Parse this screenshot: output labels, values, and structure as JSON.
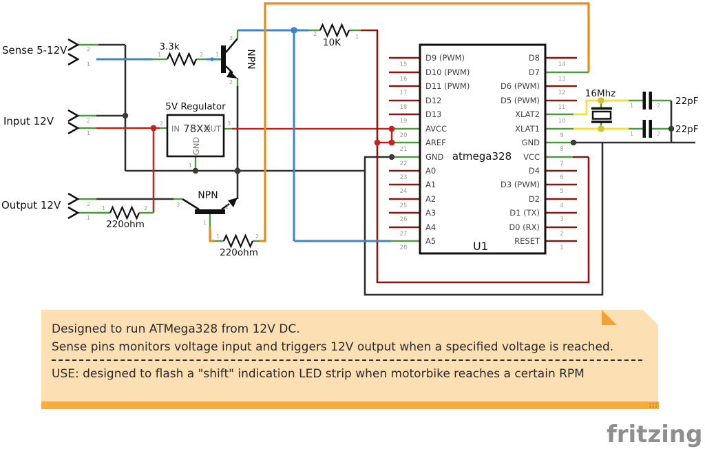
{
  "connectors": {
    "sense": {
      "label": "Sense 5-12V"
    },
    "input": {
      "label": "Input 12V"
    },
    "output": {
      "label": "Output 12V"
    }
  },
  "pin_numbers": {
    "one": "1",
    "two": "2",
    "three": "3"
  },
  "components": {
    "r1": {
      "value": "3.3k"
    },
    "r2": {
      "value": "10K"
    },
    "r3": {
      "value": "220ohm"
    },
    "r4": {
      "value": "220ohm"
    },
    "q1": {
      "label": "NPN"
    },
    "q2": {
      "label": "NPN"
    },
    "reg": {
      "title": "5V Regulator",
      "part": "78XX",
      "pin_in": "IN",
      "pin_out": "OUT",
      "pin_gnd": "GND"
    },
    "xtal": {
      "value": "16Mhz"
    },
    "c1": {
      "value": "22pF"
    },
    "c2": {
      "value": "22pF"
    }
  },
  "chip": {
    "name": "atmega328",
    "designator": "U1",
    "left_pins": [
      {
        "num": "15",
        "label": "D9 (PWM)"
      },
      {
        "num": "16",
        "label": "D10 (PWM)"
      },
      {
        "num": "17",
        "label": "D11 (PWM)"
      },
      {
        "num": "18",
        "label": "D12"
      },
      {
        "num": "19",
        "label": "D13"
      },
      {
        "num": "20",
        "label": "AVCC"
      },
      {
        "num": "21",
        "label": "AREF"
      },
      {
        "num": "22",
        "label": "GND"
      },
      {
        "num": "23",
        "label": "A0"
      },
      {
        "num": "24",
        "label": "A1"
      },
      {
        "num": "25",
        "label": "A2"
      },
      {
        "num": "26",
        "label": "A3"
      },
      {
        "num": "27",
        "label": "A4"
      },
      {
        "num": "28",
        "label": "A5"
      }
    ],
    "right_pins": [
      {
        "num": "14",
        "label": "D8"
      },
      {
        "num": "13",
        "label": "D7"
      },
      {
        "num": "12",
        "label": "D6 (PWM)"
      },
      {
        "num": "11",
        "label": "D5 (PWM)"
      },
      {
        "num": "10",
        "label": "XLAT2"
      },
      {
        "num": "9",
        "label": "XLAT1"
      },
      {
        "num": "8",
        "label": "GND"
      },
      {
        "num": "7",
        "label": "VCC"
      },
      {
        "num": "6",
        "label": "D4"
      },
      {
        "num": "5",
        "label": "D3 (PWM)"
      },
      {
        "num": "4",
        "label": "D2"
      },
      {
        "num": "3",
        "label": "D1 (TX)"
      },
      {
        "num": "2",
        "label": "D0 (RX)"
      },
      {
        "num": "1",
        "label": "RESET"
      }
    ]
  },
  "note": {
    "line1": "Designed to run ATMega328 from 12V DC.",
    "line2": "Sense pins monitors voltage input and triggers 12V output when a specified voltage is reached.",
    "line3": "USE: designed to flash a \"shift\" indication LED strip when motorbike reaches a certain RPM"
  },
  "watermark": "fritzing",
  "colors": {
    "wire_black": "#2e2e2e",
    "wire_red": "#c8201a",
    "wire_dark_red": "#8e1310",
    "wire_green": "#4a9c39",
    "wire_blue": "#3d85c6",
    "wire_orange": "#e98b17",
    "wire_yellow": "#f2e33c",
    "note_bg": "#fcdfb2",
    "note_accent": "#f6ad3c"
  }
}
